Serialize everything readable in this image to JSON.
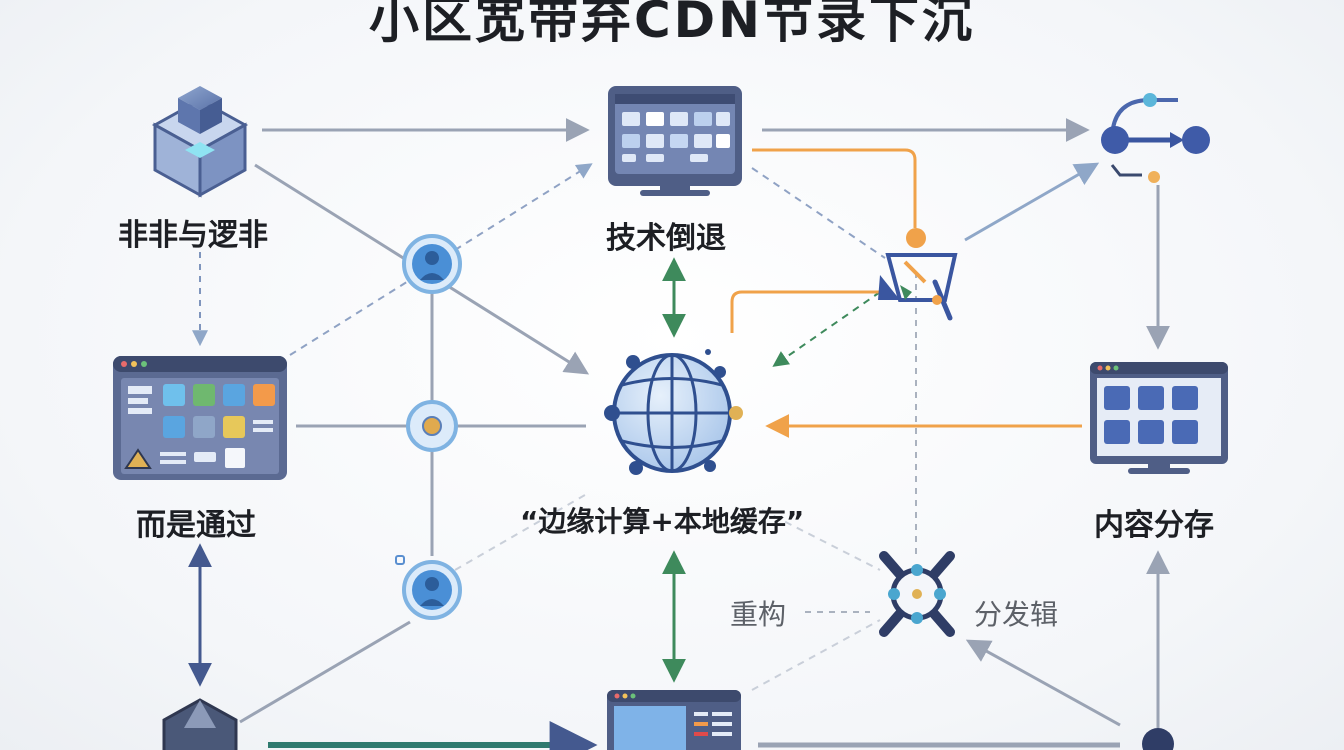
{
  "title": "小区宽带弃CDN节录下沉",
  "nodes": {
    "top_left": {
      "label": "非非与逻非",
      "icon": "cube-icon"
    },
    "top_center": {
      "label": "技术倒退",
      "icon": "monitor-dashboard-icon"
    },
    "top_right": {
      "label": "",
      "icon": "flow-nodes-icon"
    },
    "mid_left": {
      "label": "而是通过",
      "icon": "app-window-icon"
    },
    "center": {
      "label": "“边缘计算+本地缓存”",
      "icon": "globe-network-icon"
    },
    "mid_right": {
      "label": "内容分存",
      "icon": "monitor-grid-icon"
    },
    "lower_left": {
      "label": "重构",
      "icon": ""
    },
    "lower_right": {
      "label": "分发辑",
      "icon": "hub-cross-icon"
    }
  },
  "colors": {
    "ink": "#1d1f24",
    "line_grey": "#9aa3b4",
    "line_dashed": "#8fa2c4",
    "orange": "#f0a24a",
    "green": "#3e8a5c",
    "blue_dark": "#3a4f8f",
    "node_blue": "#5b8fd3"
  }
}
